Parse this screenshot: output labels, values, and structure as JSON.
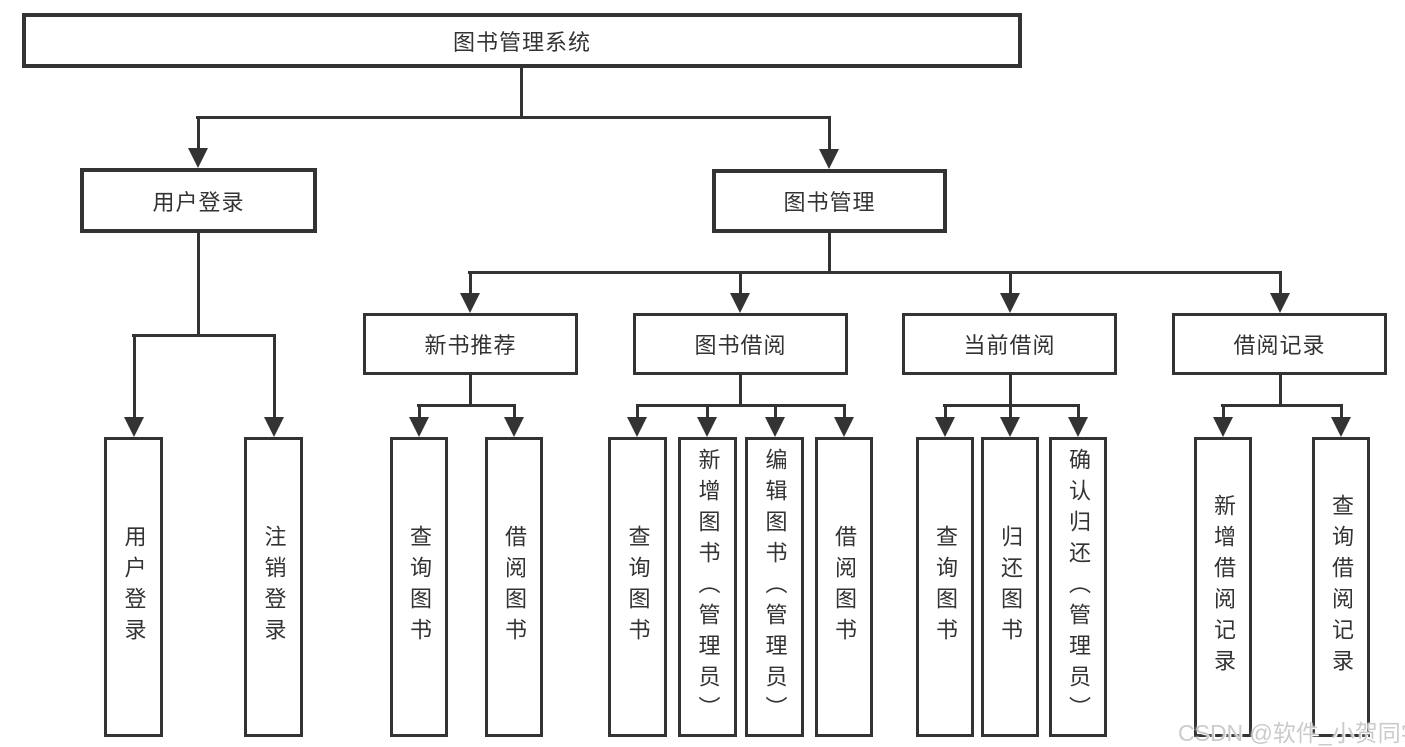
{
  "tree": {
    "root": {
      "label": "图书管理系统"
    },
    "branches": [
      {
        "label": "用户登录",
        "leaves": [
          {
            "label": "用户登录"
          },
          {
            "label": "注销登录"
          }
        ]
      },
      {
        "label": "图书管理",
        "groups": [
          {
            "label": "新书推荐",
            "leaves": [
              {
                "label": "查询图书"
              },
              {
                "label": "借阅图书"
              }
            ]
          },
          {
            "label": "图书借阅",
            "leaves": [
              {
                "label": "查询图书"
              },
              {
                "label": "新增图书（管理员）"
              },
              {
                "label": "编辑图书（管理员）"
              },
              {
                "label": "借阅图书"
              }
            ]
          },
          {
            "label": "当前借阅",
            "leaves": [
              {
                "label": "查询图书"
              },
              {
                "label": "归还图书"
              },
              {
                "label": "确认归还（管理员）"
              }
            ]
          },
          {
            "label": "借阅记录",
            "leaves": [
              {
                "label": "新增借阅记录"
              },
              {
                "label": "查询借阅记录"
              }
            ]
          }
        ]
      }
    ]
  },
  "watermark": {
    "text": "CSDN @软件_小贺同学"
  },
  "colors": {
    "line": "#333333",
    "text": "#333333",
    "node_background": "#ffffff",
    "canvas_background": "#ffffff",
    "watermark": "#cbcbcb"
  }
}
